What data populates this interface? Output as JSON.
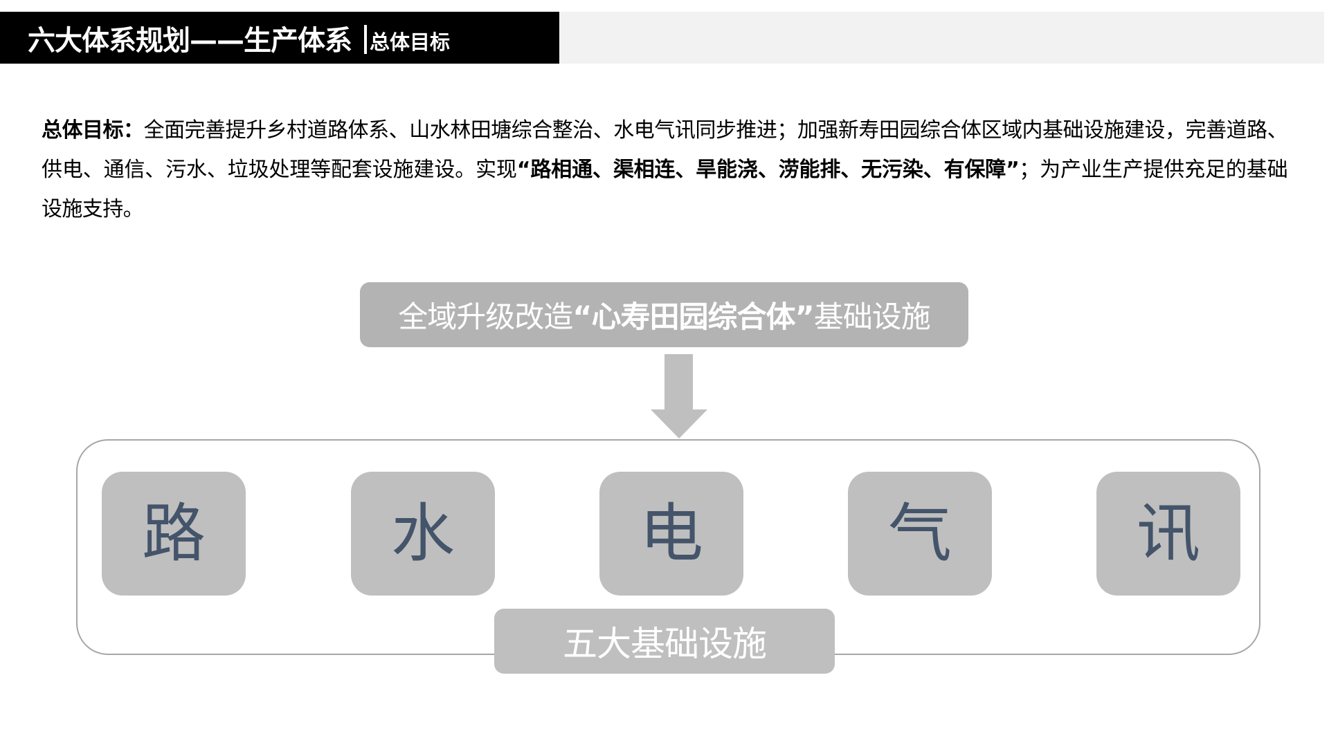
{
  "header": {
    "title": "六大体系规划——生产体系",
    "subtitle": "总体目标",
    "bar_color": "#000000",
    "bar_extension_color": "#f2f2f2"
  },
  "goal": {
    "label": "总体目标：",
    "text_part1": "全面完善提升乡村道路体系、山水林田塘综合整治、水电气讯同步推进；加强新寿田园综合体区域内基础设施建设，完善道路、供电、通信、污水、垃圾处理等配套设施建设。实现",
    "highlight": "“路相通、渠相连、旱能浇、涝能排、无污染、有保障”",
    "text_part2": "；为产业生产提供充足的基础设施支持。"
  },
  "diagram": {
    "top_box": {
      "prefix": "全域升级改造",
      "highlight": "“心寿田园综合体”",
      "suffix": "基础设施",
      "color": "#b3b3b3"
    },
    "arrow": {
      "direction": "down",
      "icon": "arrow-down-icon",
      "color": "#bfbfbf"
    },
    "tiles": [
      {
        "label": "路"
      },
      {
        "label": "水"
      },
      {
        "label": "电"
      },
      {
        "label": "气"
      },
      {
        "label": "讯"
      }
    ],
    "tile_color": "#bfbfbf",
    "tile_text_color": "#44546a",
    "container_border_color": "#a6a6a6",
    "bottom_label": "五大基础设施"
  }
}
